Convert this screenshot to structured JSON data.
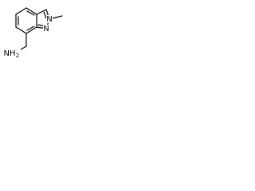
{
  "molecule": {
    "name": "structure-diagram",
    "atoms": {
      "n2_label": "N",
      "n1_label": "N",
      "nh2_label": "NH",
      "nh2_subscript": "2"
    },
    "colors": {
      "bond": "#000000",
      "label": "#000000",
      "background": "#ffffff"
    }
  }
}
